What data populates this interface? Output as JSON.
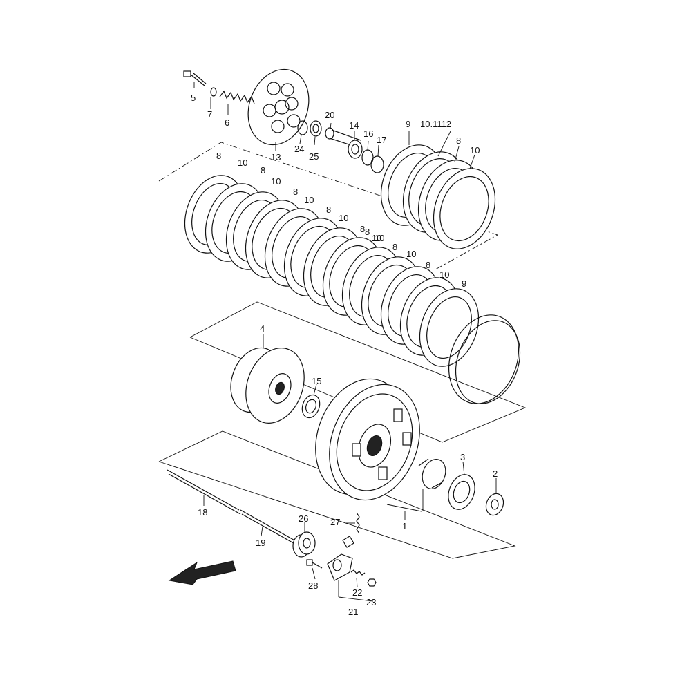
{
  "diagram": {
    "labels": [
      {
        "id": "c5",
        "text": "5"
      },
      {
        "id": "c7",
        "text": "7"
      },
      {
        "id": "c6",
        "text": "6"
      },
      {
        "id": "c13",
        "text": "13"
      },
      {
        "id": "c24",
        "text": "24"
      },
      {
        "id": "c25",
        "text": "25"
      },
      {
        "id": "c20",
        "text": "20"
      },
      {
        "id": "c14",
        "text": "14"
      },
      {
        "id": "c16",
        "text": "16"
      },
      {
        "id": "c17",
        "text": "17"
      },
      {
        "id": "c9a",
        "text": "9"
      },
      {
        "id": "c10_11_12",
        "text": "10.1112"
      },
      {
        "id": "c8r",
        "text": "8"
      },
      {
        "id": "c10r",
        "text": "10"
      },
      {
        "id": "s8_1",
        "text": "8"
      },
      {
        "id": "s10_1",
        "text": "10"
      },
      {
        "id": "s8_2",
        "text": "8"
      },
      {
        "id": "s10_2",
        "text": "10"
      },
      {
        "id": "s8_3",
        "text": "8"
      },
      {
        "id": "s10_3",
        "text": "10"
      },
      {
        "id": "s8_4",
        "text": "8"
      },
      {
        "id": "s10_4",
        "text": "10"
      },
      {
        "id": "s8_5",
        "text": "8"
      },
      {
        "id": "s10_5",
        "text": "10"
      },
      {
        "id": "s8_6",
        "text": "8"
      },
      {
        "id": "s10_6",
        "text": "10"
      },
      {
        "id": "s8_7",
        "text": "8"
      },
      {
        "id": "s10_7",
        "text": "10"
      },
      {
        "id": "s8_8",
        "text": "8"
      },
      {
        "id": "s10_8",
        "text": "10"
      },
      {
        "id": "c9b",
        "text": "9"
      },
      {
        "id": "c4",
        "text": "4"
      },
      {
        "id": "c15",
        "text": "15"
      },
      {
        "id": "c3",
        "text": "3"
      },
      {
        "id": "c2",
        "text": "2"
      },
      {
        "id": "c1",
        "text": "1"
      },
      {
        "id": "c18",
        "text": "18"
      },
      {
        "id": "c19",
        "text": "19"
      },
      {
        "id": "c26",
        "text": "26"
      },
      {
        "id": "c27",
        "text": "27"
      },
      {
        "id": "c28",
        "text": "28"
      },
      {
        "id": "c22",
        "text": "22"
      },
      {
        "id": "c23",
        "text": "23"
      },
      {
        "id": "c21",
        "text": "21"
      }
    ]
  },
  "colors": {
    "line": "#111111",
    "background": "#ffffff"
  },
  "icons": {
    "direction": "front-direction-arrow-icon"
  }
}
